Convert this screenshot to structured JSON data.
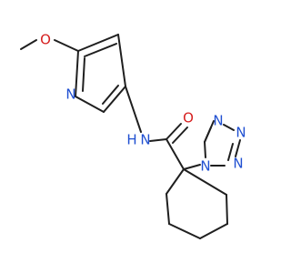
{
  "molecule": {
    "labels": {
      "methoxy_o": "O",
      "pyridine_n": "N",
      "amide_nh": "N",
      "amide_h": "H",
      "carbonyl_o": "O",
      "tz_n1": "N",
      "tz_n2": "N",
      "tz_n3": "N",
      "tz_n4": "N"
    },
    "colors": {
      "bond": "#1f1f1f",
      "nitrogen": "#1f4fd1",
      "oxygen": "#d62020"
    }
  }
}
